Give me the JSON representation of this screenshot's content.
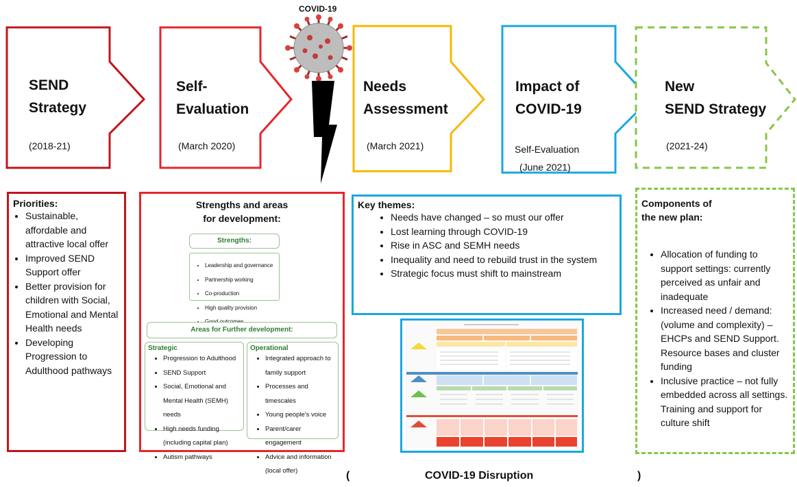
{
  "covid_label": "COVID-19",
  "colors": {
    "strategy": "#c0151b",
    "self_eval": "#e8252b",
    "needs": "#f5b800",
    "impact": "#19a7e0",
    "new": "#86c54a",
    "virus": "#c43b3b",
    "bolt": "#000000"
  },
  "stages": [
    {
      "title_line1": "SEND",
      "title_line2": "Strategy",
      "date": "(2018-21)"
    },
    {
      "title_line1": "Self-",
      "title_line2": "Evaluation",
      "date": "(March 2020)"
    },
    {
      "title_line1": "Needs",
      "title_line2": "Assessment",
      "date": "(March 2021)"
    },
    {
      "title_line1": "Impact of",
      "title_line2": "COVID-19",
      "date_line1": "Self-Evaluation",
      "date_line2": "(June 2021)"
    },
    {
      "title_line1": "New",
      "title_line2": "SEND Strategy",
      "date": "(2021-24)"
    }
  ],
  "priorities": {
    "heading": "Priorities:",
    "items": [
      "Sustainable, affordable and attractive local offer",
      "Improved SEND Support offer",
      "Better provision for children with Social, Emotional and Mental Health needs",
      "Developing Progression to Adulthood pathways"
    ]
  },
  "strengths": {
    "heading_line1": "Strengths and areas",
    "heading_line2": "for development:",
    "strengths_title": "Strengths:",
    "strengths_items": [
      "Leadership and governance",
      "Partnership working",
      "Co-production",
      "High quality provision",
      "Good outcomes"
    ],
    "areas_title": "Areas for Further development:",
    "strategic_title": "Strategic",
    "strategic_items": [
      "Progression to Adulthood",
      "SEND Support",
      "Social, Emotional and Mental Health (SEMH) needs",
      "High needs funding (including capital plan)",
      "Autism pathways"
    ],
    "operational_title": "Operational",
    "operational_items": [
      "Integrated approach to family support",
      "Processes and timescales",
      "Young people's voice",
      "Parent/carer engagement",
      "Advice and information (local offer)"
    ]
  },
  "key_themes": {
    "heading": "Key themes:",
    "items": [
      "Needs have changed – so must our offer",
      "Lost learning through COVID-19",
      "Rise in ASC and SEMH needs",
      "Inequality and need to rebuild trust in the system",
      "Strategic focus must shift to mainstream"
    ]
  },
  "components": {
    "heading_line1": "Components of",
    "heading_line2": "the new plan:",
    "items": [
      "Allocation of funding to support settings: currently perceived as unfair and inadequate",
      "Increased need / demand: (volume and complexity) – EHCPs and SEND Support. Resource bases and cluster funding",
      "Inclusive practice – not fully embedded across all settings. Training and support for culture shift"
    ]
  },
  "disruption": {
    "open": "(",
    "label": "COVID-19 Disruption",
    "close": ")"
  }
}
